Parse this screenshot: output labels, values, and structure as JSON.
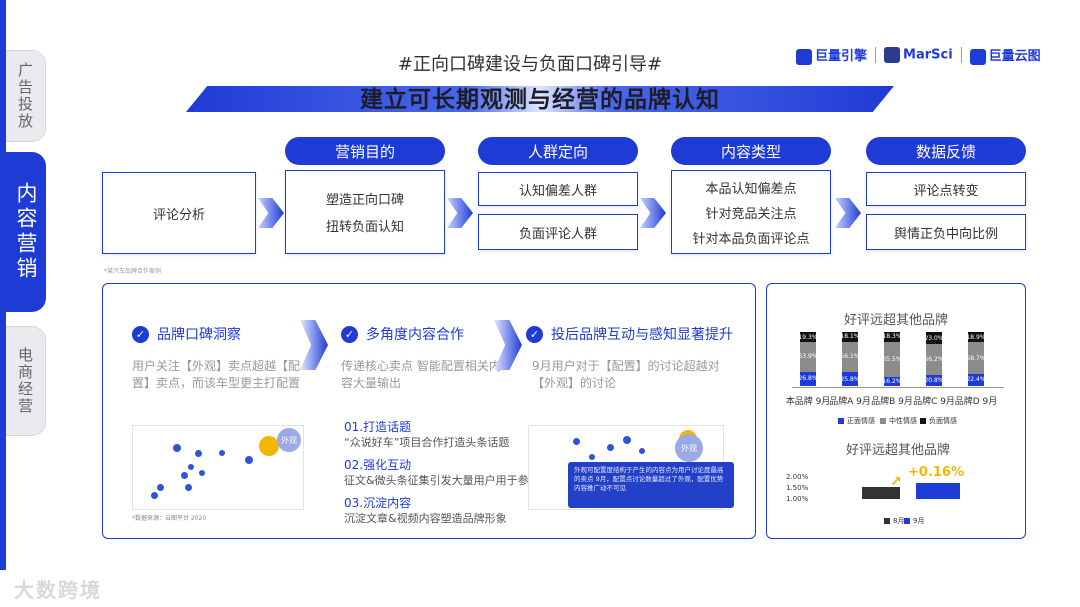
{
  "sidebar": {
    "tabs": [
      {
        "label": "广告投放",
        "active": false
      },
      {
        "label": "内容营销",
        "active": true
      },
      {
        "label": "电商经营",
        "active": false
      }
    ]
  },
  "header": {
    "subtitle": "#正向口碑建设与负面口碑引导#",
    "title": "建立可长期观测与经营的品牌认知",
    "logos": [
      "巨量引擎",
      "MarSci",
      "巨量云图"
    ]
  },
  "flow": {
    "start_box": "评论分析",
    "columns": [
      {
        "header": "营销目的",
        "items": [
          "塑造正向口碑",
          "扭转负面认知"
        ]
      },
      {
        "header": "人群定向",
        "items": [
          "认知偏差人群",
          "负面评论人群"
        ]
      },
      {
        "header": "内容类型",
        "items": [
          "本品认知偏差点",
          "针对竞品关注点",
          "针对本品负面评论点"
        ]
      },
      {
        "header": "数据反馈",
        "items": [
          "评论点转变",
          "舆情正负中向比例"
        ]
      }
    ],
    "tiny_note": "*某汽车品牌合作案例"
  },
  "left_panel": {
    "sections": [
      {
        "title": "品牌口碑洞察",
        "desc": "用户关注【外观】卖点超越【配置】卖点，而该车型更主打配置"
      },
      {
        "title": "多角度内容合作",
        "desc": "传递核心卖点 智能配置相关内容大量输出"
      },
      {
        "title": "投后品牌互动与感知显著提升",
        "desc": "9月用户对于【配置】的讨论超越对【外观】的讨论"
      }
    ],
    "steps": [
      {
        "title": "01.打造话题",
        "desc": "“众说好车”项目合作打造头条话题"
      },
      {
        "title": "02.强化互动",
        "desc": "征文&微头条征集引发大量用户用于参与"
      },
      {
        "title": "03.沉淀内容",
        "desc": "沉淀文章&视频内容塑造品牌形象"
      }
    ],
    "plot1_bubble_label": "外观",
    "plot1_note": "*数据来源：云图平台 2020",
    "plot2_bubble_label": "外观",
    "tooltip": "外观可配置度结构于产生的内容点为用户讨论度最高的卖点 9月，配置点讨论数量超过了外观，配置优势内容推广动不可见"
  },
  "right_panel": {
    "chart1_title": "好评远超其他品牌",
    "chart2_title": "好评远超其他品牌",
    "delta_label": "+0.16%",
    "colors": {
      "positive": "#1f3bd6",
      "neutral": "#8c8c8c",
      "negative": "#111111",
      "aug": "#333333",
      "sep": "#1f3bd6"
    }
  },
  "chart_data": [
    {
      "type": "bar",
      "title": "好评远超其他品牌",
      "categories": [
        "本品牌 9月",
        "品牌A 9月",
        "品牌B 9月",
        "品牌C 9月",
        "品牌D 9月"
      ],
      "series": [
        {
          "name": "正面情感",
          "values": [
            26.8,
            25.8,
            16.2,
            20.8,
            22.4
          ],
          "labels": [
            "26.8%",
            "25.8%",
            "16.2%",
            "20.8%",
            "22.4%"
          ]
        },
        {
          "name": "中性情感",
          "values": [
            53.9,
            56.1,
            65.5,
            56.2,
            58.7
          ],
          "labels": [
            "53.9%",
            "56.1%",
            "65.5%",
            "56.2%",
            "58.7%"
          ]
        },
        {
          "name": "负面情感",
          "values": [
            19.3,
            18.1,
            18.3,
            23.0,
            18.9
          ],
          "labels": [
            "19.3%",
            "18.1%",
            "18.3%",
            "23.0%",
            "18.9%"
          ]
        }
      ],
      "stacked": true,
      "ylim": [
        0,
        100
      ],
      "legend": "bottom"
    },
    {
      "type": "bar",
      "title": "好评远超其他品牌",
      "categories": [
        ""
      ],
      "series": [
        {
          "name": "8月",
          "values": [
            1.55
          ]
        },
        {
          "name": "9月",
          "values": [
            1.71
          ]
        }
      ],
      "yticks": [
        "2.00%",
        "1.50%",
        "1.00%"
      ],
      "annotation": "+0.16%",
      "legend": "bottom"
    }
  ]
}
